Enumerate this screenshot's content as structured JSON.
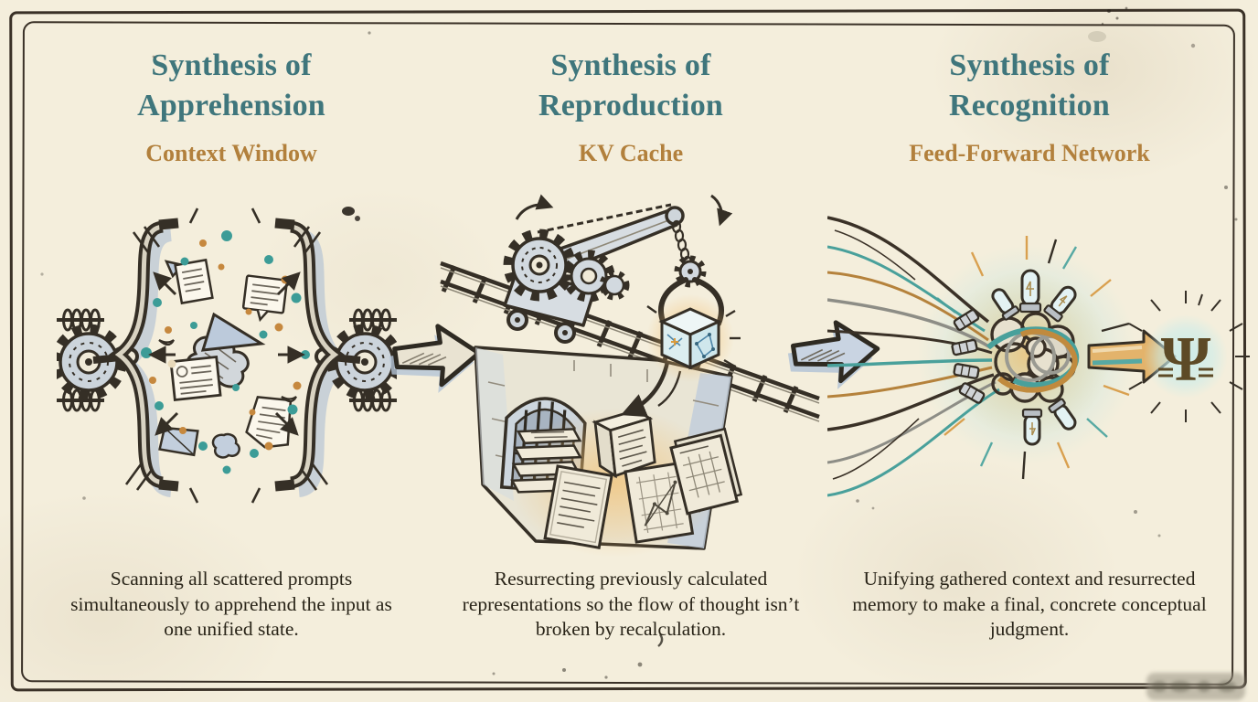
{
  "poster": {
    "columns": [
      {
        "id": "apprehension",
        "title_line1": "Synthesis of",
        "title_line2": "Apprehension",
        "subtitle": "Context Window",
        "description": "Scanning all scattered prompts simultaneously to apprehend the input as one unified state.",
        "illustration": "brace-clamp-scattered-fragments"
      },
      {
        "id": "reproduction",
        "title_line1": "Synthesis of",
        "title_line2": "Reproduction",
        "subtitle": "KV Cache",
        "description": "Resurrecting previously calculated representations so the flow of thought isn’t broken by recalculation.",
        "illustration": "crane-lifting-cube-from-vault"
      },
      {
        "id": "recognition",
        "title_line1": "Synthesis of",
        "title_line2": "Recognition",
        "subtitle": "Feed-Forward Network",
        "description": "Unifying gathered context and resurrected memory to make a final, concrete conceptual judgment.",
        "illustration": "wire-knot-converging-to-psi"
      }
    ],
    "psi_symbol": "Ψ",
    "colors": {
      "paper": "#f4eedc",
      "frame_ink": "#3a3127",
      "heading_teal": "#3f767c",
      "subtitle_gold": "#b2803c",
      "body_ink": "#292418",
      "line_ink": "#352f26",
      "accent_teal": "#3c9c97",
      "accent_orange": "#c6883e",
      "wash_blue": "#b9c7d6",
      "glow_orange": "#f2c173",
      "glow_cyan": "#cdeeea"
    }
  }
}
